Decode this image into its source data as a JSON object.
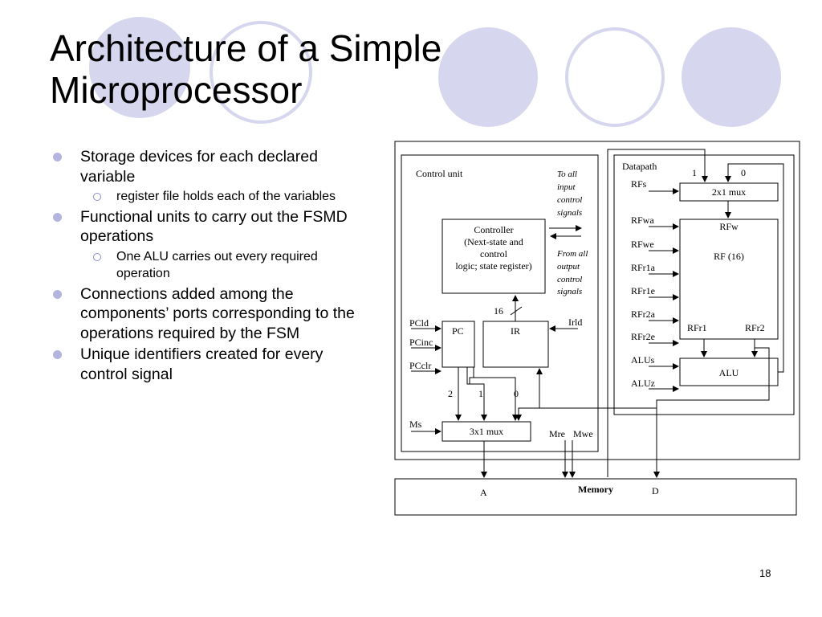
{
  "slide": {
    "title_lines": [
      "Architecture of a Simple",
      "Microprocessor"
    ],
    "page_number": "18",
    "decoration_colors": {
      "filled": "#d6d6ee",
      "ring": "#d6d6ee"
    }
  },
  "bullets": {
    "b1": "Storage devices for each declared variable",
    "b1_sub": "register file holds each of the variables",
    "b2": "Functional units to carry out the FSMD operations",
    "b2_sub": "One ALU carries out every required operation",
    "b3": "Connections added among the components’ ports corresponding to the operations required by the FSM",
    "b4": "Unique identifiers created for every control signal"
  },
  "diagram": {
    "control_unit": "Control unit",
    "controller_lines": [
      "Controller",
      "(Next-state and",
      "control",
      "logic; state register)"
    ],
    "to_all_lines": [
      "To all",
      "input",
      "control",
      "signals"
    ],
    "from_all_lines": [
      "From all",
      "output",
      "control",
      "signals"
    ],
    "bus16": "16",
    "pcld": "PCld",
    "pcinc": "PCinc",
    "pcclr": "PCclr",
    "irld": "Irld",
    "pc": "PC",
    "ir": "IR",
    "mux_in2": "2",
    "mux_in1": "1",
    "mux_in0": "0",
    "ms": "Ms",
    "mux3": "3x1 mux",
    "mre": "Mre",
    "mwe": "Mwe",
    "datapath": "Datapath",
    "mux2_in1": "1",
    "mux2_in0": "0",
    "rfs": "RFs",
    "mux2": "2x1 mux",
    "rfwa": "RFwa",
    "rfwe": "RFwe",
    "rfr1a": "RFr1a",
    "rfr1e": "RFr1e",
    "rfr2a": "RFr2a",
    "rfr2e": "RFr2e",
    "rfw": "RFw",
    "rf": "RF (16)",
    "rfr1": "RFr1",
    "rfr2": "RFr2",
    "alus": "ALUs",
    "aluz": "ALUz",
    "alu": "ALU",
    "memory": "Memory",
    "mem_a": "A",
    "mem_d": "D"
  }
}
